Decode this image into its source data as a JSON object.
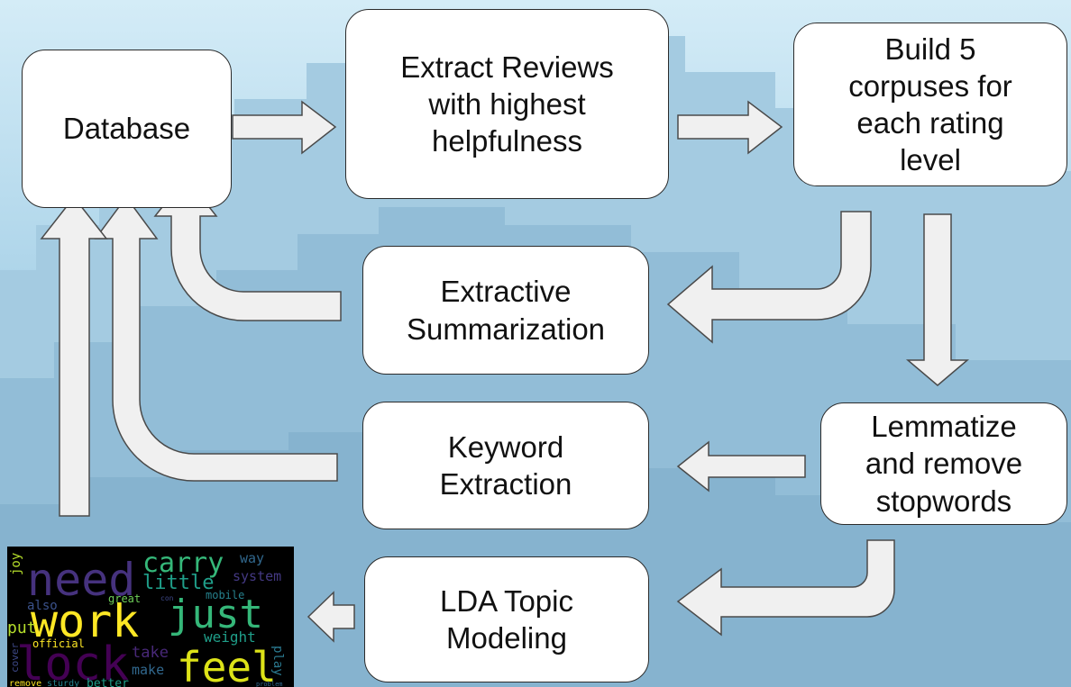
{
  "nodes": {
    "database": {
      "lines": [
        "Database"
      ]
    },
    "extract_reviews": {
      "lines": [
        "Extract Reviews",
        "with highest",
        "helpfulness"
      ]
    },
    "build_corpuses": {
      "lines": [
        "Build 5",
        "corpuses for",
        "each rating",
        "level"
      ]
    },
    "extractive_summarization": {
      "lines": [
        "Extractive",
        "Summarization"
      ]
    },
    "keyword_extraction": {
      "lines": [
        "Keyword",
        "Extraction"
      ]
    },
    "lemmatize": {
      "lines": [
        "Lemmatize",
        "and remove",
        "stopwords"
      ]
    },
    "lda": {
      "lines": [
        "LDA Topic",
        "Modeling"
      ]
    }
  },
  "word_cloud": {
    "words": [
      {
        "text": "need",
        "color": "#46327e"
      },
      {
        "text": "carry",
        "color": "#35b779"
      },
      {
        "text": "way",
        "color": "#31688e"
      },
      {
        "text": "little",
        "color": "#1f9e89"
      },
      {
        "text": "system",
        "color": "#443983"
      },
      {
        "text": "joy",
        "color": "#b5de2b"
      },
      {
        "text": "also",
        "color": "#3b528b"
      },
      {
        "text": "great",
        "color": "#6ece58"
      },
      {
        "text": "con",
        "color": "#3e4989"
      },
      {
        "text": "mobile",
        "color": "#26828e"
      },
      {
        "text": "work",
        "color": "#fde725"
      },
      {
        "text": "just",
        "color": "#35b779"
      },
      {
        "text": "put",
        "color": "#b5de2b"
      },
      {
        "text": "official",
        "color": "#fde725"
      },
      {
        "text": "weight",
        "color": "#1f9e89"
      },
      {
        "text": "lock",
        "color": "#440154"
      },
      {
        "text": "take",
        "color": "#482878"
      },
      {
        "text": "feel",
        "color": "#dde318"
      },
      {
        "text": "play",
        "color": "#2a788e"
      },
      {
        "text": "cover",
        "color": "#3e4989"
      },
      {
        "text": "make",
        "color": "#31688e"
      },
      {
        "text": "remove",
        "color": "#fde725"
      },
      {
        "text": "sturdy",
        "color": "#26828e"
      },
      {
        "text": "better",
        "color": "#1f9e89"
      },
      {
        "text": "problem",
        "color": "#31688e"
      }
    ]
  },
  "colors": {
    "box_fill": "#ffffff",
    "box_border": "#2b2b2b",
    "arrow_fill": "#f0f0f0",
    "arrow_stroke": "#4a4a4a",
    "background": "#8fbcd6"
  }
}
